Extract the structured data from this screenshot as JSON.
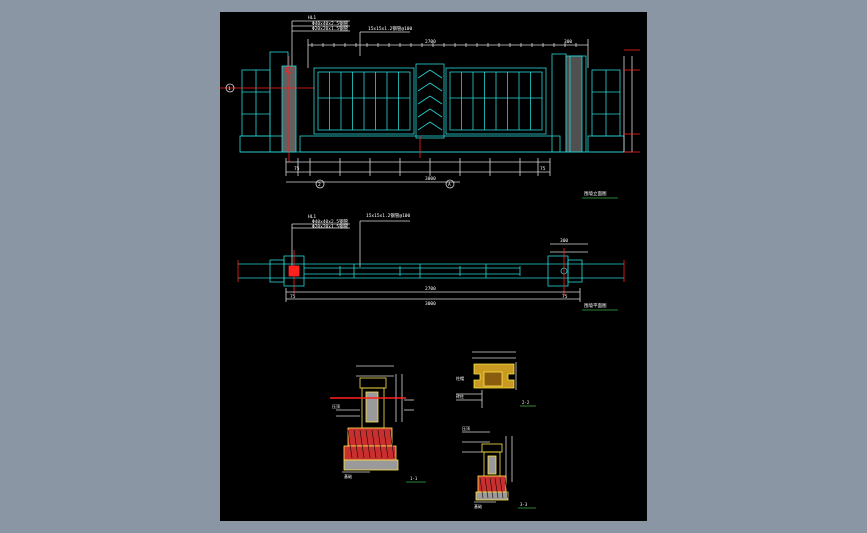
{
  "viewport": {
    "background": "#8b96a5"
  },
  "sheet": {
    "background": "#000000"
  },
  "colors": {
    "main_line": "#27d6d6",
    "dim_line": "#d8d8d8",
    "red": "#ff2020",
    "yellow": "#ffe44a",
    "grey": "#9a9a9a",
    "white": "#ffffff",
    "green": "#3cb043",
    "hatch": "#c83030"
  },
  "elevation": {
    "title": "围墙立面图",
    "overall_dim": "3000",
    "segment_dim": "2700",
    "pier_dim": "300",
    "pier_cap": "HL1",
    "note_1": "Φ40x40x2.5钢管",
    "note_2": "Φ20x20x1.5钢管",
    "top_note": "15x15x1.2钢管@100",
    "bottom_dim_a": "75",
    "bottom_dim_b": "75",
    "axis_left": "1",
    "axis_right": "2",
    "axis_mid": "A"
  },
  "plan": {
    "title": "围墙平面图",
    "overall_dim": "3000",
    "segment_dim": "2700",
    "pier_dim": "300",
    "pier_cap": "HL1",
    "note_1": "Φ40x40x2.5钢管",
    "note_2": "Φ20x20x1.5钢管",
    "top_note": "15x15x1.2钢管@100",
    "left_dim": "75",
    "right_dim": "75"
  },
  "details": {
    "section_a": {
      "title": "1-1",
      "label_top": "压顶",
      "label_base": "基础"
    },
    "section_b": {
      "title": "2-2",
      "label_top": "柱帽",
      "label_body": "砖柱"
    },
    "section_c": {
      "title": "3-3",
      "label_top": "压顶",
      "label_base": "基础"
    }
  }
}
